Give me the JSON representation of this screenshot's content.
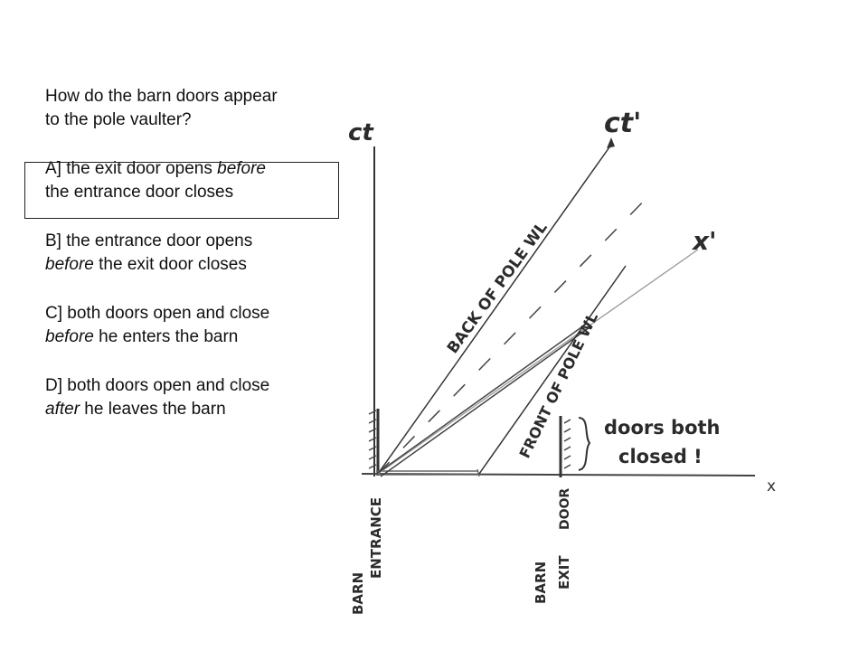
{
  "question": {
    "line1": "How do the barn doors appear",
    "line2": "to the pole vaulter?"
  },
  "answers": [
    {
      "letter": "A]",
      "pre": "the exit door opens ",
      "em": "before",
      "post": "",
      "line2_pre": "the entrance door closes",
      "line2_em": "",
      "line2_post": "",
      "highlighted": true
    },
    {
      "letter": "B]",
      "pre": "the entrance door opens",
      "em": "",
      "post": "",
      "line2_pre": "",
      "line2_em": "before",
      "line2_post": " the exit door closes",
      "highlighted": false
    },
    {
      "letter": "C]",
      "pre": "both doors open and close",
      "em": "",
      "post": "",
      "line2_pre": "",
      "line2_em": "before",
      "line2_post": " he enters the barn",
      "highlighted": false
    },
    {
      "letter": "D]",
      "pre": "both doors open and close",
      "em": "",
      "post": "",
      "line2_pre": "",
      "line2_em": "after",
      "line2_post": " he leaves the barn",
      "highlighted": false
    }
  ],
  "diagram": {
    "axis_ct": "ct",
    "axis_ct_prime": "ct'",
    "axis_x": "x",
    "axis_x_prime": "x'",
    "back_of_pole": "BACK OF POLE WL",
    "front_of_pole": "FRONT OF POLE WL",
    "doors_note_line1": "doors both",
    "doors_note_line2": "closed !",
    "barn_entrance_line1": "BARN",
    "barn_entrance_line2": "ENTRANCE",
    "barn_exit_line1": "BARN",
    "barn_exit_line2": "EXIT",
    "exit_door_label": "DOOR"
  }
}
